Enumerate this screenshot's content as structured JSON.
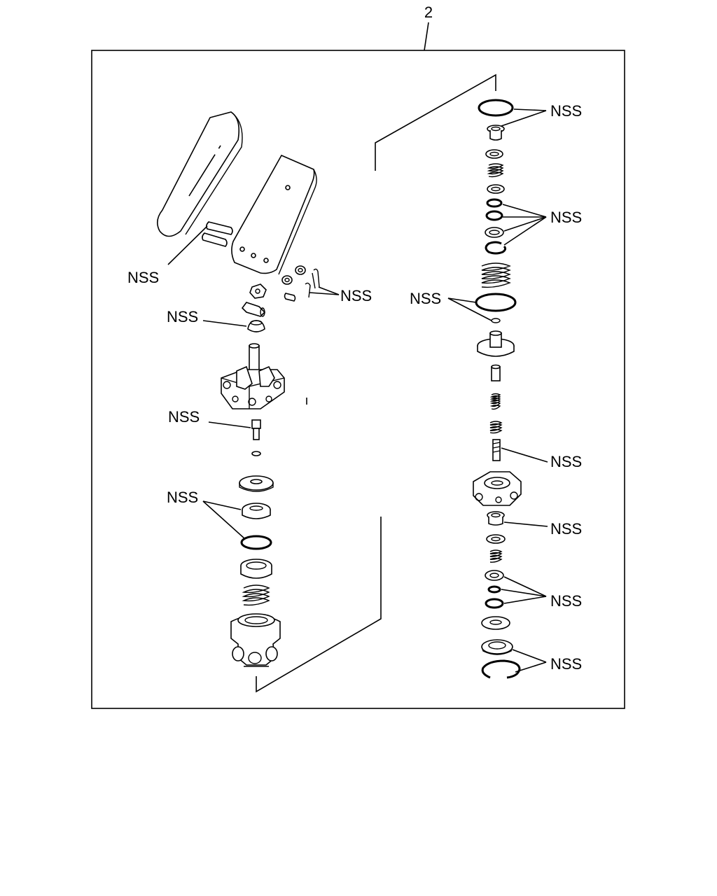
{
  "callout_number": "2",
  "labels": {
    "nss_pedal_pins": "NSS",
    "nss_cotter_pins": "NSS",
    "nss_rubber_boot": "NSS",
    "nss_bolt": "NSS",
    "nss_piston_seal": "NSS",
    "nss_top_oring": "NSS",
    "nss_upper_seals": "NSS",
    "nss_mid_oring": "NSS",
    "nss_stud": "NSS",
    "nss_bushing": "NSS",
    "nss_lower_seals": "NSS",
    "nss_snap_ring": "NSS"
  }
}
